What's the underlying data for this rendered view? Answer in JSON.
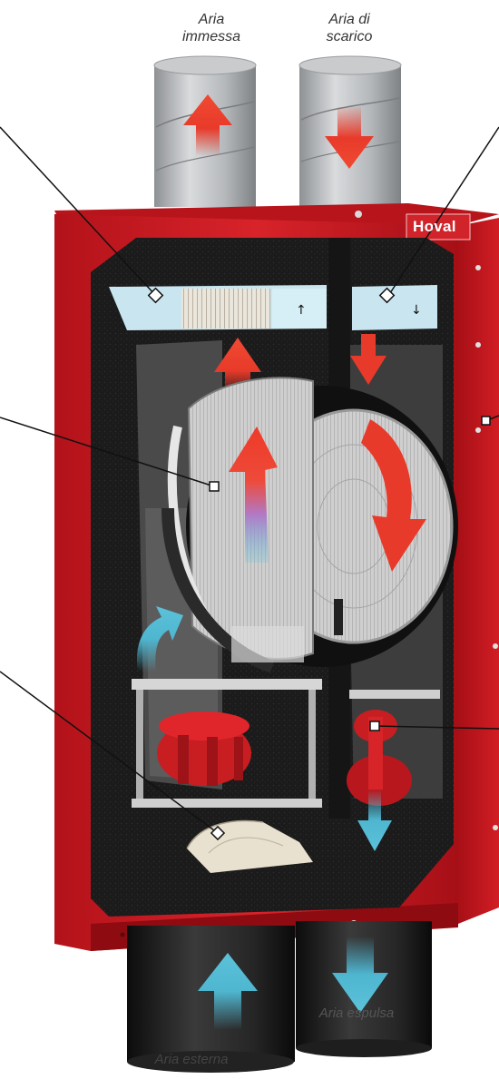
{
  "labels": {
    "supply_air_line1": "Aria",
    "supply_air_line2": "immessa",
    "extract_air_line1": "Aria di",
    "extract_air_line2": "scarico",
    "exhaust_air": "Aria espulsa",
    "outdoor_air": "Aria esterna"
  },
  "brand": "Hoval",
  "colors": {
    "casing_red": "#c8161d",
    "insulation_black": "#1a1a1a",
    "duct_grey": "#b9bcbf",
    "warm_arrow": "#e83a2a",
    "cold_arrow": "#4fb6d0",
    "filter_blue": "#c9e6f0"
  },
  "callouts": [
    {
      "points_to": "supply filter"
    },
    {
      "points_to": "extract filter"
    },
    {
      "points_to": "rotary heat exchanger"
    },
    {
      "points_to": "controller"
    },
    {
      "points_to": "outdoor air filter"
    },
    {
      "points_to": "exhaust fan"
    }
  ]
}
